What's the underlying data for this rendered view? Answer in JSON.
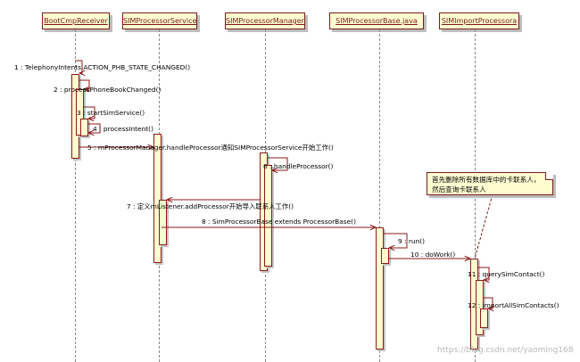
{
  "participants": [
    {
      "id": "boot",
      "name": "BootCmpReceiver"
    },
    {
      "id": "service",
      "name": "SIMProcessorService"
    },
    {
      "id": "manager",
      "name": "SIMProcessorManager"
    },
    {
      "id": "base",
      "name": "SIMProcessorBase.java"
    },
    {
      "id": "import",
      "name": "SIMImportProcessora"
    }
  ],
  "messages": [
    {
      "label": "1 : TelephonyIntents.ACTION_PHB_STATE_CHANGED()"
    },
    {
      "label": "2 : processPhoneBookChanged()"
    },
    {
      "label": "3 : startSimService()"
    },
    {
      "label": "4 : processIntent()"
    },
    {
      "label": "5 : mProcessorManager.handleProcessor通知SIMProcessorService开始工作()"
    },
    {
      "label": "6 : handleProcessor()"
    },
    {
      "label": "7 : 定义mListener.addProcessor开始导入联系人工作()"
    },
    {
      "label": "8 : SimProcessorBase extends ProcessorBase()"
    },
    {
      "label": "9 : run()"
    },
    {
      "label": "10 : doWork()"
    },
    {
      "label": "11 : querySimContact()"
    },
    {
      "label": "12 : importAllSimContacts()"
    }
  ],
  "note": {
    "lines": [
      "首先删除所有数据库中的卡联系人，",
      "然后查询卡联系人"
    ]
  },
  "watermark": "https://blog.csdn.net/yaoming168",
  "colors": {
    "fill": "#fffcd0",
    "border": "#7a1c1c",
    "arrow": "#8b1a1a",
    "lifeline": "#8a8a8a"
  }
}
